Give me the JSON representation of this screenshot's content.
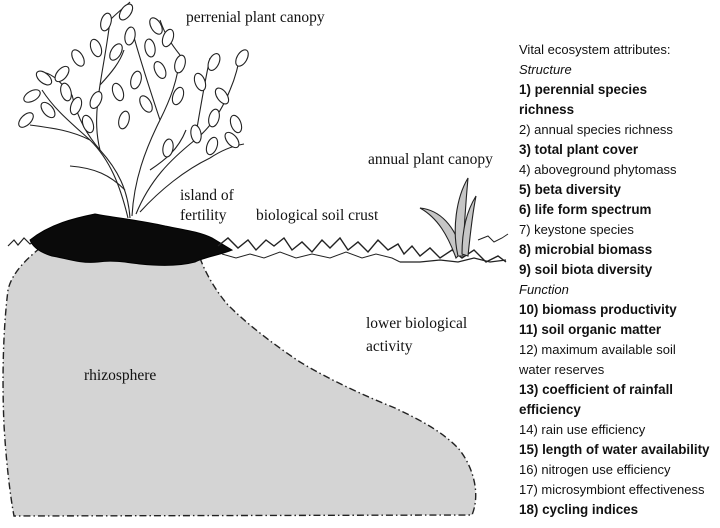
{
  "labels": {
    "perennial_canopy": "perrenial plant canopy",
    "annual_canopy": "annual plant canopy",
    "island_line1": "island of",
    "island_line2": "fertility",
    "soil_crust": "biological soil crust",
    "lower_line1": "lower biological",
    "lower_line2": "activity",
    "rhizosphere": "rhizosphere"
  },
  "attributes": {
    "header": "Vital ecosystem attributes:",
    "structure_heading": "Structure",
    "function_heading": "Function",
    "structure_items": [
      {
        "lines": [
          "1) perennial species",
          "richness"
        ],
        "bold": true
      },
      {
        "lines": [
          "2) annual species richness"
        ],
        "bold": false
      },
      {
        "lines": [
          "3) total plant cover"
        ],
        "bold": true
      },
      {
        "lines": [
          "4) aboveground phytomass"
        ],
        "bold": false
      },
      {
        "lines": [
          "5) beta diversity"
        ],
        "bold": true
      },
      {
        "lines": [
          "6) life form spectrum"
        ],
        "bold": true
      },
      {
        "lines": [
          "7) keystone species"
        ],
        "bold": false
      },
      {
        "lines": [
          "8) microbial biomass"
        ],
        "bold": true
      },
      {
        "lines": [
          "9) soil biota diversity"
        ],
        "bold": true
      }
    ],
    "function_items": [
      {
        "lines": [
          "10) biomass productivity"
        ],
        "bold": true
      },
      {
        "lines": [
          "11) soil organic matter"
        ],
        "bold": true
      },
      {
        "lines": [
          "12) maximum available soil",
          "water reserves"
        ],
        "bold": false
      },
      {
        "lines": [
          "13) coefficient of rainfall",
          "efficiency"
        ],
        "bold": true
      },
      {
        "lines": [
          "14) rain use efficiency"
        ],
        "bold": false
      },
      {
        "lines": [
          "15) length of water availability"
        ],
        "bold": true
      },
      {
        "lines": [
          "16) nitrogen use efficiency"
        ],
        "bold": false
      },
      {
        "lines": [
          "17) microsymbiont effectiveness"
        ],
        "bold": false
      },
      {
        "lines": [
          "18) cycling indices"
        ],
        "bold": true
      }
    ]
  },
  "colors": {
    "rhizosphere_fill": "#d4d4d4",
    "island_fill": "#0a0a0a",
    "annual_leaf_fill": "#c6c6c6",
    "ink": "#111111"
  }
}
